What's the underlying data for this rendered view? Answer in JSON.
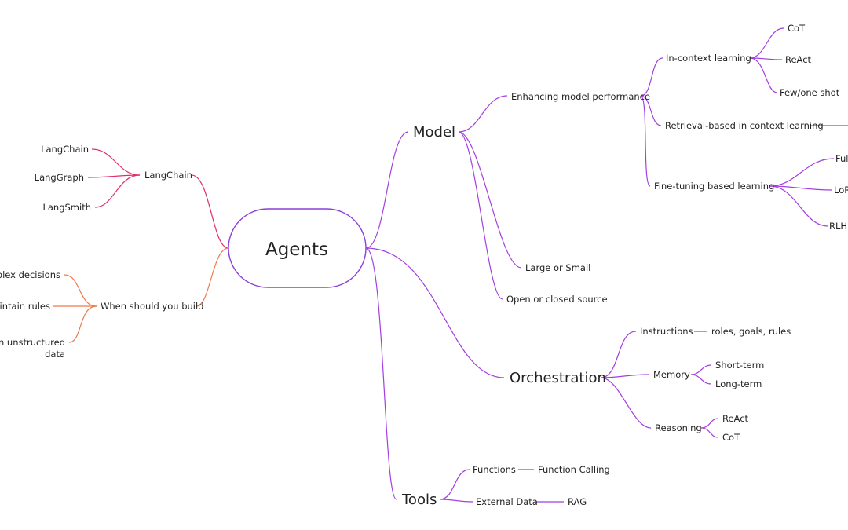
{
  "colors": {
    "purple": "#a23fe0",
    "pink": "#e0306a",
    "orange": "#ef7a4a",
    "root_fill": "#ffffff",
    "root_stroke": "#8b3fd9",
    "text": "#222222"
  },
  "root": {
    "label": "Agents"
  },
  "branches": {
    "model": {
      "label": "Model",
      "enhancing": {
        "label": "Enhancing model performance",
        "in_context": {
          "label": "In-context learning",
          "items": [
            "CoT",
            "ReAct",
            "Few/one shot"
          ]
        },
        "retrieval": {
          "label": "Retrieval-based in context learning"
        },
        "fine_tuning": {
          "label": "Fine-tuning based learning",
          "items": [
            "Ful",
            "LoR",
            "RLHF"
          ]
        }
      },
      "size": "Large or Small",
      "source": "Open or closed source"
    },
    "orchestration": {
      "label": "Orchestration",
      "instructions": {
        "label": "Instructions",
        "detail": "roles, goals, rules"
      },
      "memory": {
        "label": "Memory",
        "items": [
          "Short-term",
          "Long-term"
        ]
      },
      "reasoning": {
        "label": "Reasoning",
        "items": [
          "ReAct",
          "CoT"
        ]
      }
    },
    "tools": {
      "label": "Tools",
      "functions": {
        "label": "Functions",
        "detail": "Function Calling"
      },
      "external": {
        "label": "External Data",
        "detail": "RAG"
      }
    },
    "langchain": {
      "label": "LangChain",
      "items": [
        "LangChain",
        "LangGraph",
        "LangSmith"
      ]
    },
    "when": {
      "label": "When should you build",
      "items": [
        "mplex decisions",
        "aintain rules",
        "on unstructured",
        "data"
      ]
    }
  }
}
